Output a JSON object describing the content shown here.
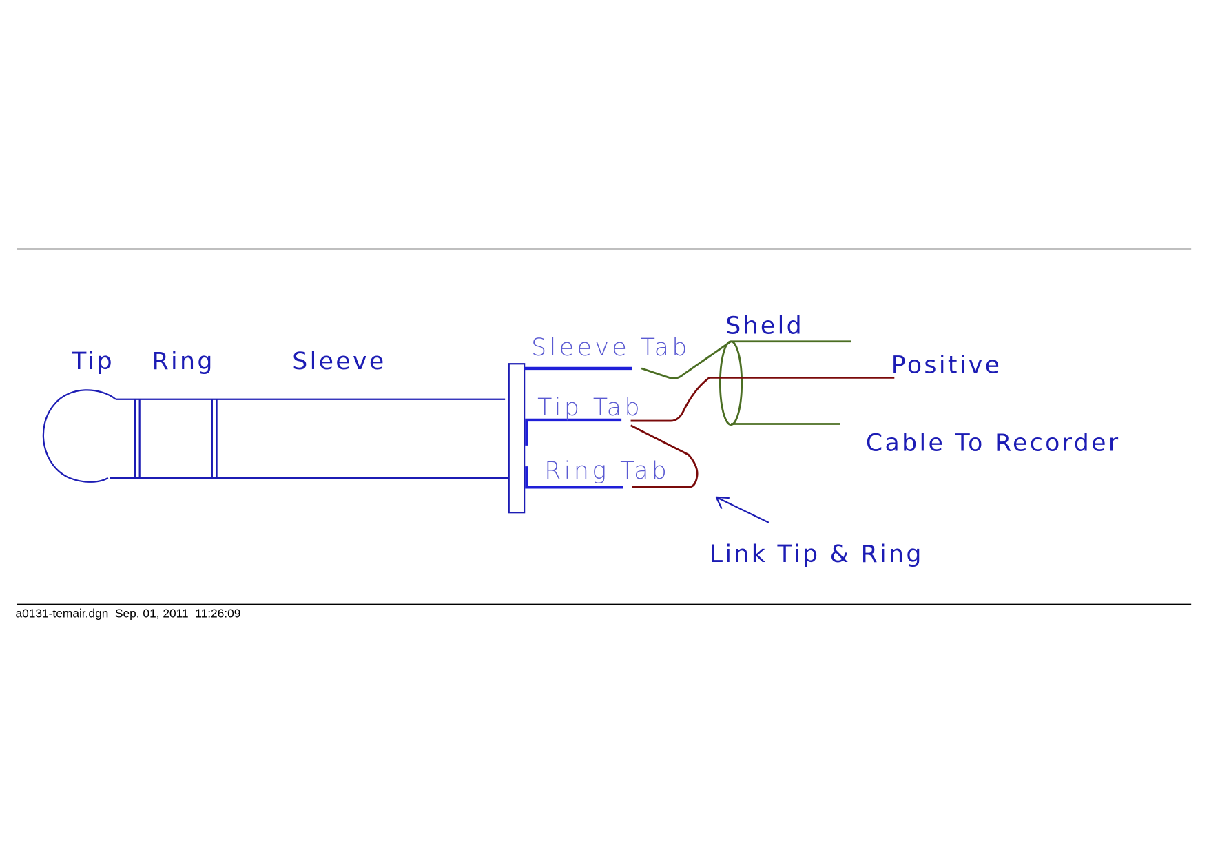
{
  "diagram": {
    "plug_labels": {
      "tip": "Tip",
      "ring": "Ring",
      "sleeve": "Sleeve"
    },
    "tab_labels": {
      "sleeve_tab": "Sleeve Tab",
      "tip_tab": "Tip Tab",
      "ring_tab": "Ring Tab"
    },
    "cable_labels": {
      "shield": "Sheld",
      "positive": "Positive",
      "cable": "Cable To Recorder"
    },
    "annotation": "Link Tip & Ring",
    "footer": "a0131-temair.dgn  Sep. 01, 2011  11:26:09"
  },
  "colors": {
    "plug": "#1c1cb4",
    "tabs": "#1f1fd8",
    "shield_wire": "#4b6e23",
    "positive_wire": "#7a0a0a"
  }
}
